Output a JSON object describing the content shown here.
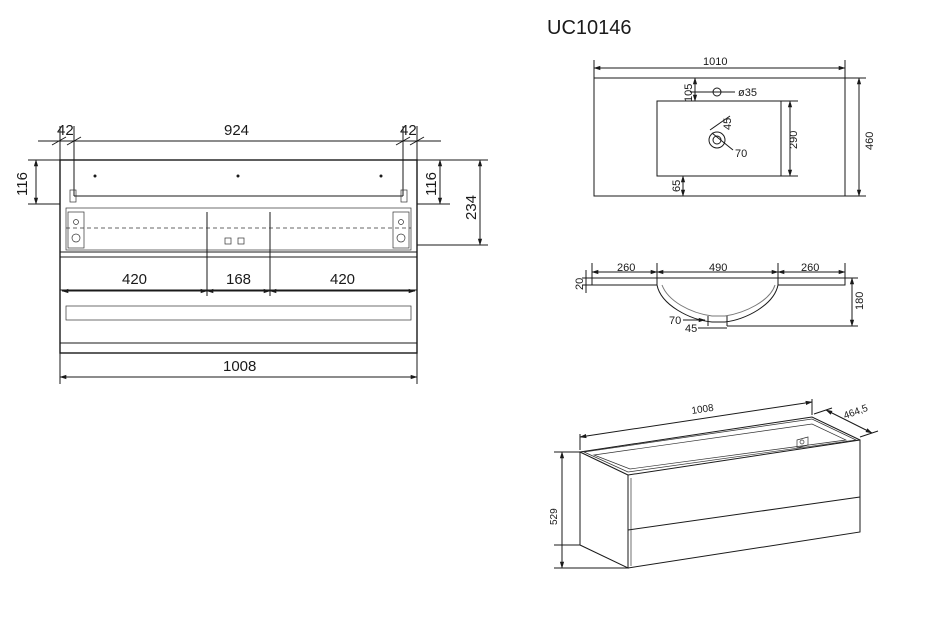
{
  "title": "UC10146",
  "front_view": {
    "dims": {
      "side_left": "42",
      "inner_width": "924",
      "side_right": "42",
      "height_left": "116",
      "height_right_small": "116",
      "height_right_total": "234",
      "drawer_left": "420",
      "drawer_mid": "168",
      "drawer_right": "420",
      "total_width": "1008"
    }
  },
  "basin_top_view": {
    "dims": {
      "width": "1010",
      "depth": "460",
      "tap_offset": "105",
      "tap_hole": "ø35",
      "bowl_depth": "290",
      "drain_size": "45",
      "drain_dia": "70",
      "front_offset": "65"
    }
  },
  "basin_section": {
    "dims": {
      "thickness": "20",
      "left_ledge": "260",
      "bowl_width": "490",
      "right_ledge": "260",
      "height": "180",
      "drain_dia": "70",
      "drain_size": "45"
    }
  },
  "cabinet_iso": {
    "dims": {
      "width": "1008",
      "depth": "464,5",
      "height": "529"
    }
  }
}
